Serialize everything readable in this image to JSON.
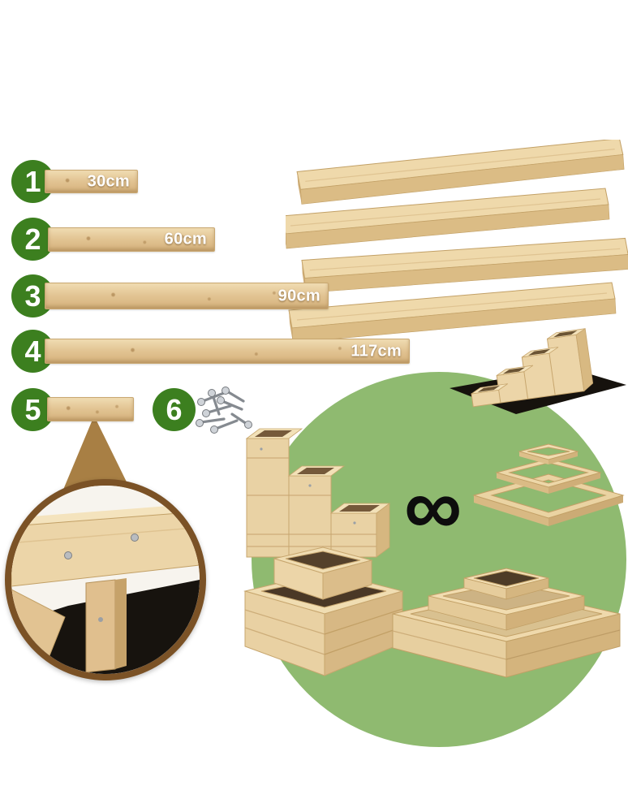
{
  "parts": [
    {
      "number": "1",
      "label": "30cm"
    },
    {
      "number": "2",
      "label": "60cm"
    },
    {
      "number": "3",
      "label": "90cm"
    },
    {
      "number": "4",
      "label": "117cm"
    },
    {
      "number": "5",
      "label": ""
    },
    {
      "number": "6",
      "label": ""
    }
  ],
  "symbols": {
    "infinity": "∞"
  },
  "icons": {
    "screws": "pile-of-screws-icon",
    "infinity": "infinity-icon"
  },
  "colors": {
    "badge_green": "#3c7f1f",
    "circle_green": "#8fba70",
    "wood_light": "#f0dcb2",
    "wood_mid": "#e2c493",
    "wood_dark": "#cfae78",
    "mat_black": "#16120d",
    "magnifier_border": "#7b5226",
    "triangle_brown": "#a87f44"
  }
}
